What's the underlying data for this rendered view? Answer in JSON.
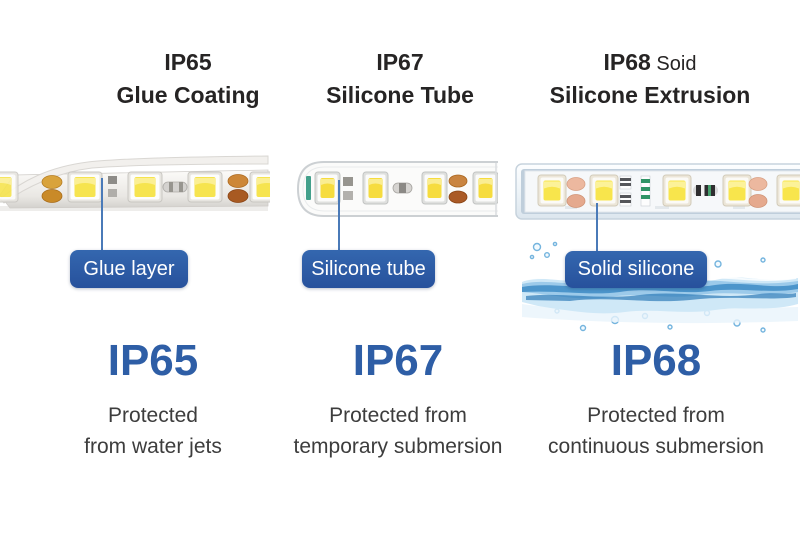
{
  "colors": {
    "accent_blue": "#2e5ea6",
    "callout_bg_top": "#3467af",
    "callout_bg_bottom": "#27519c",
    "connector_line": "#4a7ab8",
    "heading_text": "#262424",
    "body_text": "#3d3d3d",
    "water_blue": "#3e8cc6"
  },
  "columns": [
    {
      "header_bold": "IP65",
      "header_suffix": "",
      "header_line2": "Glue Coating",
      "callout": "Glue layer",
      "rating": "IP65",
      "desc_line1": "Protected",
      "desc_line2": "from water jets"
    },
    {
      "header_bold": "IP67",
      "header_suffix": "",
      "header_line2": "Silicone Tube",
      "callout": "Silicone tube",
      "rating": "IP67",
      "desc_line1": "Protected from",
      "desc_line2": "temporary submersion"
    },
    {
      "header_bold": "IP68",
      "header_suffix": " Soid",
      "header_line2": "Silicone Extrusion",
      "callout": "Solid silicone",
      "rating": "IP68",
      "desc_line1": "Protected from",
      "desc_line2": "continuous submersion"
    }
  ],
  "icons": {
    "strip_ip65": "led-strip-glue-coating-photo",
    "strip_ip67": "led-strip-in-silicone-tube-photo",
    "strip_ip68": "led-strip-solid-silicone-extrusion",
    "water": "water-waves-with-bubbles"
  }
}
